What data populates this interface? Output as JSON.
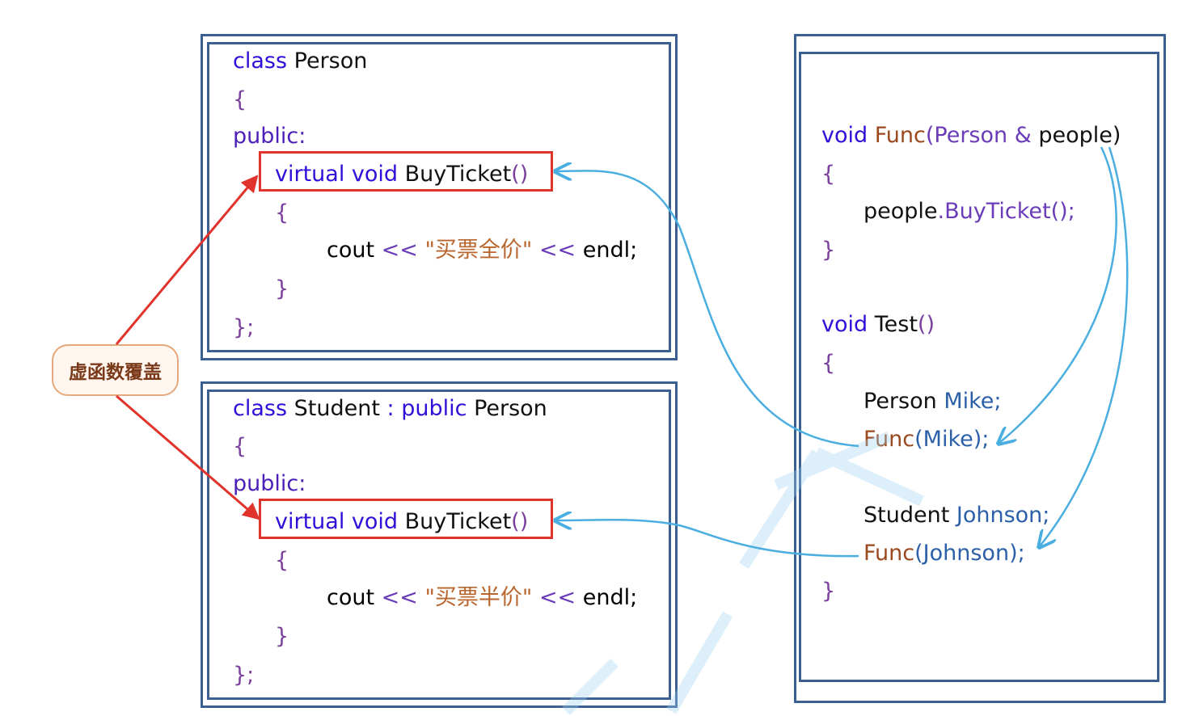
{
  "person_class": {
    "header_kw": "class",
    "name": "Person",
    "open_brace": "{",
    "access": "public:",
    "virtual_kw": "virtual",
    "void_kw": "void",
    "method": "BuyTicket",
    "parens": "()",
    "body_open": "{",
    "cout": "cout",
    "op1": "<<",
    "message": "\"买票全价\"",
    "op2": "<<",
    "endl": "endl;",
    "body_close": "}",
    "close": "};"
  },
  "student_class": {
    "header_kw": "class",
    "name": "Student",
    "colon": ":",
    "public_kw": "public",
    "base": "Person",
    "open_brace": "{",
    "access": "public:",
    "virtual_kw": "virtual",
    "void_kw": "void",
    "method": "BuyTicket",
    "parens": "()",
    "body_open": "{",
    "cout": "cout",
    "op1": "<<",
    "message": "\"买票半价\"",
    "op2": "<<",
    "endl": "endl;",
    "body_close": "}",
    "close": "};"
  },
  "callout": {
    "label": "虚函数覆盖"
  },
  "right_code": {
    "func_void": "void",
    "func_name": "Func",
    "func_params_type": "(Person",
    "func_amp": "&",
    "func_param_name": "people)",
    "func_open": "{",
    "call_obj": "people",
    "call_rest": ".BuyTicket();",
    "func_close": "}",
    "test_void": "void",
    "test_name": "Test",
    "test_parens": "()",
    "test_open": "{",
    "decl1_type": "Person",
    "decl1_var": "Mike;",
    "call1_fn": "Func",
    "call1_arg": "(Mike);",
    "decl2_type": "Student",
    "decl2_var": "Johnson;",
    "call2_fn": "Func",
    "call2_arg": "(Johnson);",
    "test_close": "}"
  },
  "colors": {
    "frame": "#3b5f91",
    "highlight_box": "#e0332b",
    "arrow_red": "#e0332b",
    "arrow_blue": "#4aaee0",
    "keyword": "#2e10d8",
    "string": "#b8662e"
  }
}
